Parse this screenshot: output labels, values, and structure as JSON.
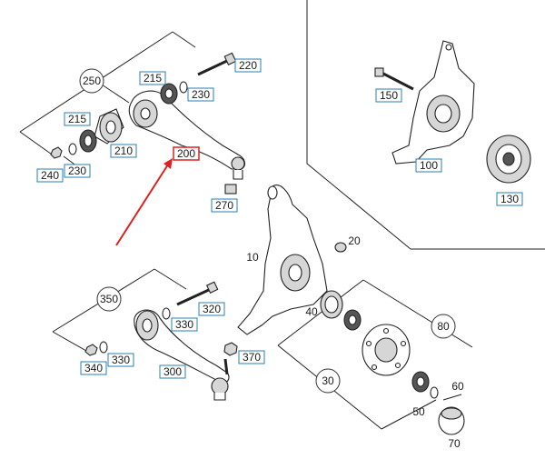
{
  "labels": {
    "l250": "250",
    "l215a": "215",
    "l230a": "230",
    "l220": "220",
    "l215b": "215",
    "l210": "210",
    "l240": "240",
    "l230b": "230",
    "l200": "200",
    "l270": "270",
    "l150": "150",
    "l100": "100",
    "l130": "130",
    "l10": "10",
    "l20": "20",
    "l350": "350",
    "l330a": "330",
    "l320": "320",
    "l40": "40",
    "l80": "80",
    "l340": "340",
    "l330b": "330",
    "l370": "370",
    "l300": "300",
    "l30": "30",
    "l60": "60",
    "l50": "50",
    "l70": "70"
  },
  "colors": {
    "label_border": "#2a7fb0",
    "highlight": "#e02020",
    "line": "#222222"
  },
  "highlighted_part": "200"
}
